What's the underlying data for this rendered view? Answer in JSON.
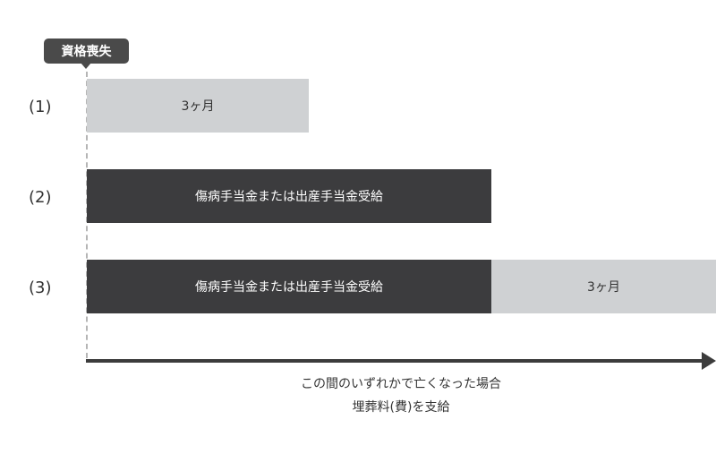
{
  "badge": {
    "label": "資格喪失"
  },
  "rows": [
    {
      "label": "(1)",
      "segments": [
        {
          "text": "3ヶ月",
          "style": "light"
        }
      ]
    },
    {
      "label": "(2)",
      "segments": [
        {
          "text": "傷病手当金または出産手当金受給",
          "style": "dark"
        }
      ]
    },
    {
      "label": "(3)",
      "segments": [
        {
          "text": "傷病手当金または出産手当金受給",
          "style": "dark"
        },
        {
          "text": "3ヶ月",
          "style": "light"
        }
      ]
    }
  ],
  "caption": {
    "line1": "この間のいずれかで亡くなった場合",
    "line2": "埋葬料(費)を支給"
  },
  "colors": {
    "dark_bar": "#3c3c3e",
    "light_bar": "#cfd1d3",
    "badge": "#4a4a4a"
  }
}
